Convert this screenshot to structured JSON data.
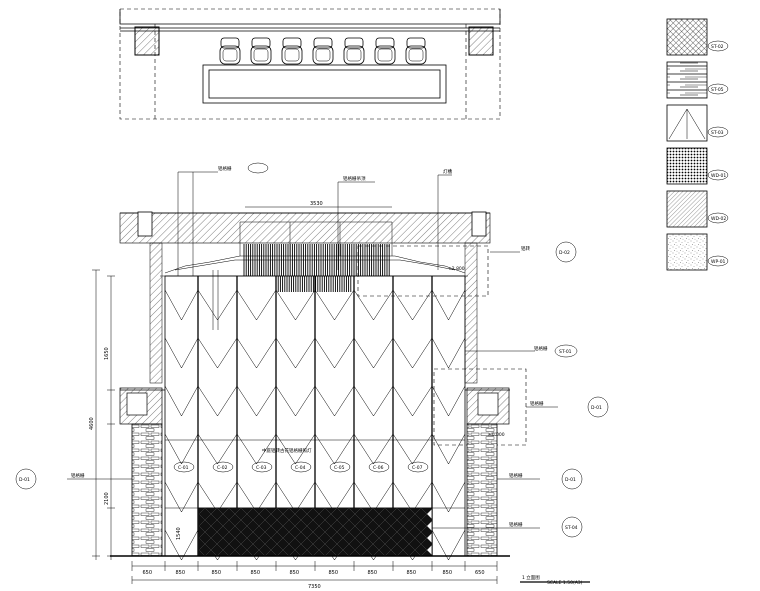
{
  "plan_view": {
    "chairs": 7
  },
  "elevation": {
    "top_dimension": "3530",
    "bottom_dimensions": [
      "650",
      "850",
      "850",
      "850",
      "850",
      "850",
      "850",
      "850",
      "850",
      "650"
    ],
    "overall_width": "7350",
    "left_dimensions": [
      "1650",
      "4600",
      "2100",
      "1540"
    ],
    "level_marks": [
      "+2.800",
      "±0.000"
    ],
    "center_note": "中庭铝转古花铝格栅照灯",
    "top_labels": [
      "铝格栅",
      "铝格栅吊顶",
      "灯槽"
    ],
    "oval_tags": [
      "C-01",
      "C-02",
      "C-03",
      "C-04",
      "C-05",
      "C-06",
      "C-07"
    ],
    "side_labels": [
      {
        "text": "铝转",
        "code": "D-02"
      },
      {
        "text": "铝格栅",
        "code": "ST-01"
      },
      {
        "text": "铝格栅",
        "code": "D-01"
      },
      {
        "text": "铝格栅",
        "code": "D-01"
      },
      {
        "text": "铝格栅",
        "code": "D-01"
      },
      {
        "text": "铝格栅",
        "code": "ST-04"
      }
    ]
  },
  "title_block": {
    "title": "1  立面图",
    "scale": "SCALE 1:50(A3)"
  },
  "legend": [
    {
      "code": "ST-02",
      "pattern": "diamond-fine"
    },
    {
      "code": "ST-05",
      "pattern": "horizontal-stone"
    },
    {
      "code": "ST-03",
      "pattern": "glass-reflection"
    },
    {
      "code": "WD-01",
      "pattern": "dense-dots"
    },
    {
      "code": "WD-02",
      "pattern": "diagonal-hatch"
    },
    {
      "code": "WP-01",
      "pattern": "speckle"
    }
  ]
}
